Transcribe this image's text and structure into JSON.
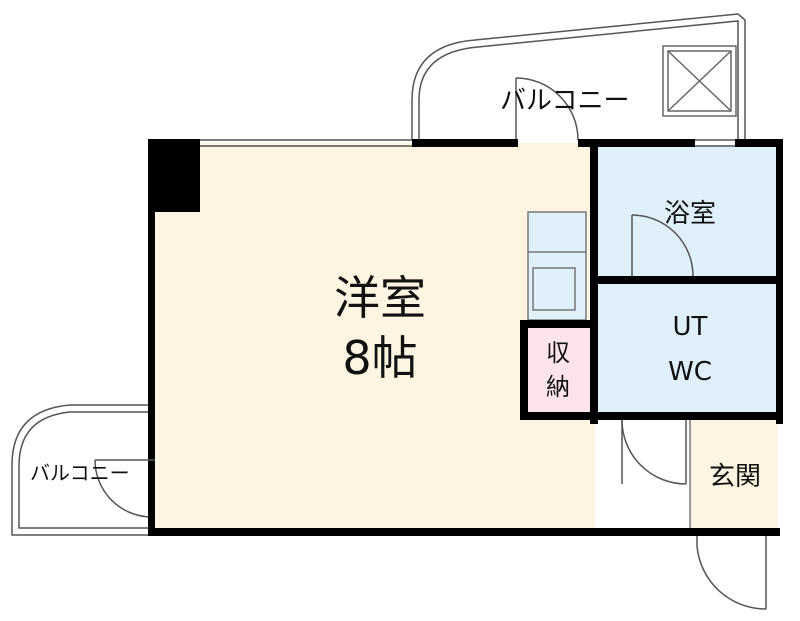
{
  "colors": {
    "western_room": "#fdf5e2",
    "wet_area": "#dff0fb",
    "storage": "#fde4ec",
    "entrance": "#fdf5e2",
    "wall": "#000000",
    "thin_line": "#555555"
  },
  "rooms": {
    "western_room": {
      "name": "洋室",
      "size": "8帖"
    },
    "bath": {
      "label": "浴室"
    },
    "utility": {
      "ut": "UT",
      "wc": "WC"
    },
    "storage": {
      "label": "収\n納"
    },
    "entrance": {
      "label": "玄関"
    }
  },
  "balconies": {
    "top": {
      "label": "バルコニー"
    },
    "left": {
      "label": "バルコニー"
    }
  },
  "icons": [
    "skylight-icon",
    "door-swing-icon",
    "kitchen-counter-icon"
  ]
}
